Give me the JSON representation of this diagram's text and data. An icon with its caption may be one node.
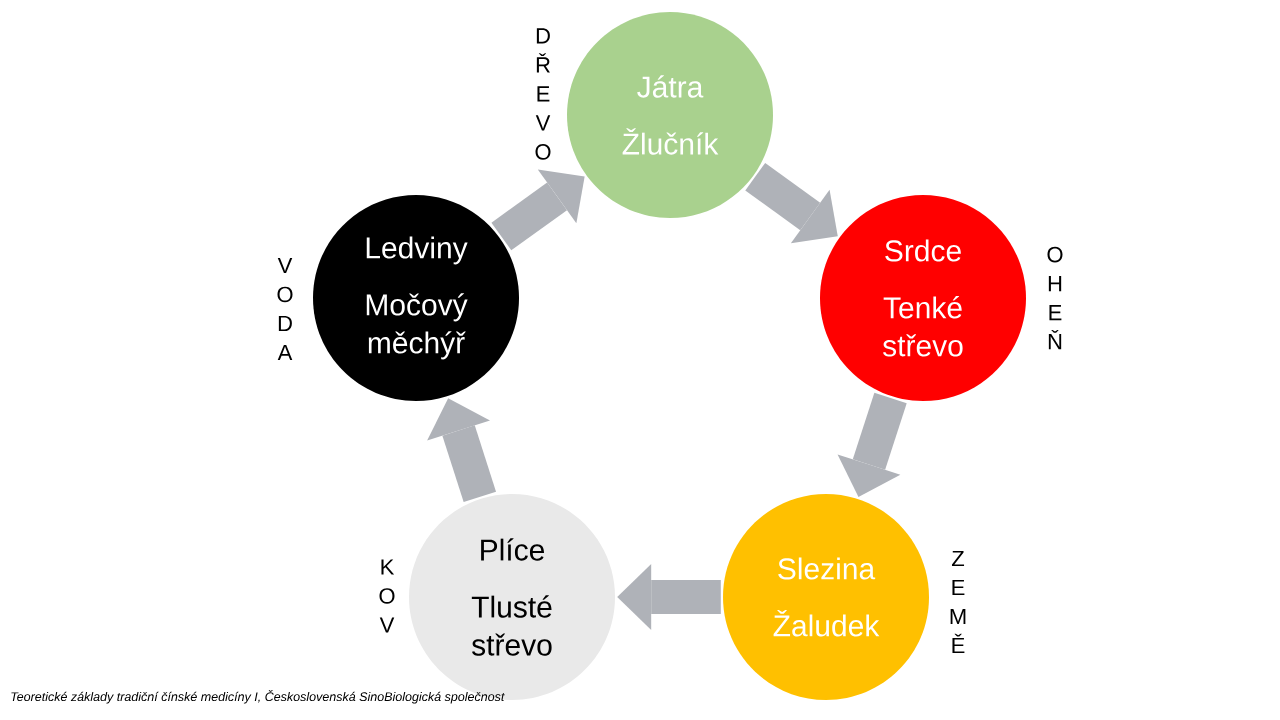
{
  "diagram": {
    "caption": "Teoretické základy tradiční čínské medicíny I, Československá SinoBiologická společnost",
    "nodes": [
      {
        "text": [
          "Játra",
          "Žlučník"
        ],
        "beside": [
          "DŘEVO"
        ]
      },
      {
        "text": [
          "Ledviny",
          "Močový měchýř"
        ],
        "beside": [
          "VODA"
        ]
      },
      {
        "text": [
          "Srdce",
          "Tenké střevo"
        ],
        "beside": [
          "OHEŇ"
        ]
      },
      {
        "text": [
          "Plíce",
          "Tlusté střevo"
        ],
        "beside": [
          "KOV"
        ]
      },
      {
        "text": [
          "Slezina",
          "Žaludek"
        ],
        "beside": [
          "ZEMĚ"
        ]
      }
    ],
    "edges": [
      {
        "from": 0,
        "to": 2,
        "arrow": "to"
      },
      {
        "from": 2,
        "to": 4,
        "arrow": "to"
      },
      {
        "from": 4,
        "to": 3,
        "arrow": "to"
      },
      {
        "from": 3,
        "to": 1,
        "arrow": "to"
      },
      {
        "from": 1,
        "to": 0,
        "arrow": "to"
      }
    ]
  }
}
